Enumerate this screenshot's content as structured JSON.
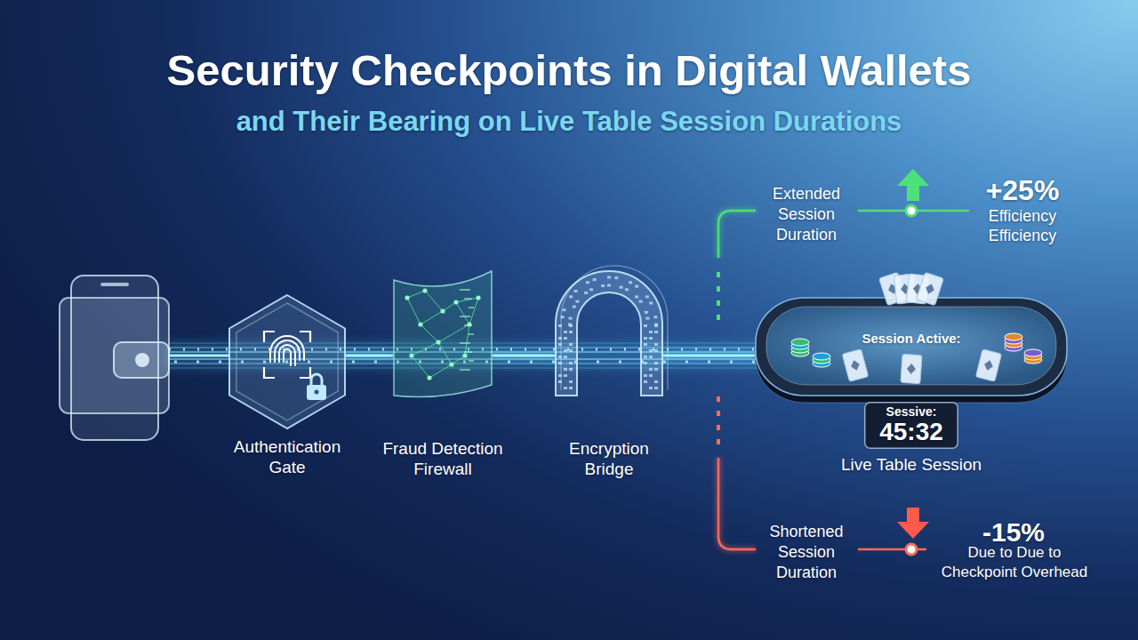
{
  "diagram": {
    "title": "Security Checkpoints in Digital Wallets",
    "nodes": [
      {
        "text": [
          "Authentication Gate"
        ]
      },
      {
        "text": [
          "Fraud Detection Firewall"
        ]
      },
      {
        "text": [
          "Encryption Bridge"
        ]
      },
      {
        "text": [
          "Session Active:",
          "Live Table Session"
        ]
      },
      {
        "text": [
          "Sessive:",
          "45:32"
        ]
      }
    ],
    "edges": [
      {
        "from": 0,
        "to": 1,
        "arrow": "none"
      },
      {
        "from": 1,
        "to": 2,
        "arrow": "none"
      },
      {
        "from": 2,
        "to": 3,
        "arrow": "none"
      }
    ],
    "labels": [
      "and Their Bearing on Live Table Session Durations",
      "Extended Session Duration",
      "+25%",
      "Efficiency Efficiency",
      "Shortened Session Duration",
      "-15%",
      "Due to Due to Checkpoint Overhead"
    ]
  }
}
